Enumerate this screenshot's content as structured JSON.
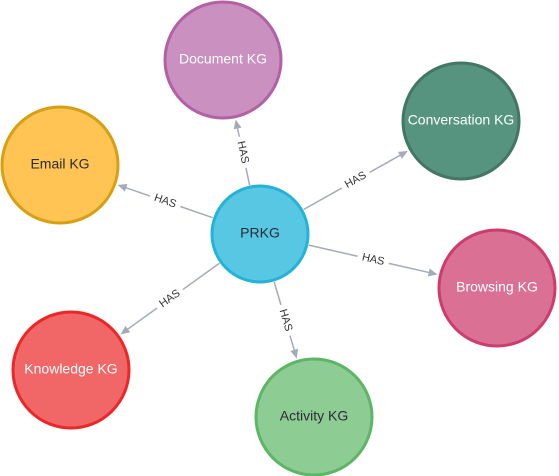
{
  "graph": {
    "center": {
      "label": "PRKG",
      "fill": "#57c7e3",
      "stroke": "#23b3d7",
      "text_color": "#2a2c34"
    },
    "edge_label": "HAS",
    "edge_color": "#a5abb6",
    "nodes": [
      {
        "id": "document",
        "label": "Document KG",
        "fill": "#c990c0",
        "stroke": "#b261a5",
        "text_color": "#ffffff"
      },
      {
        "id": "conversation",
        "label": "Conversation KG",
        "fill": "#569480",
        "stroke": "#447666",
        "text_color": "#ffffff"
      },
      {
        "id": "browsing",
        "label": "Browsing KG",
        "fill": "#da7194",
        "stroke": "#cc3c6c",
        "text_color": "#ffffff"
      },
      {
        "id": "activity",
        "label": "Activity KG",
        "fill": "#8dcc93",
        "stroke": "#5db665",
        "text_color": "#2a2c34"
      },
      {
        "id": "knowledge",
        "label": "Knowledge KG",
        "fill": "#f16667",
        "stroke": "#eb2728",
        "text_color": "#ffffff"
      },
      {
        "id": "email",
        "label": "Email KG",
        "fill": "#ffc454",
        "stroke": "#d7a013",
        "text_color": "#2a2c34"
      }
    ]
  }
}
